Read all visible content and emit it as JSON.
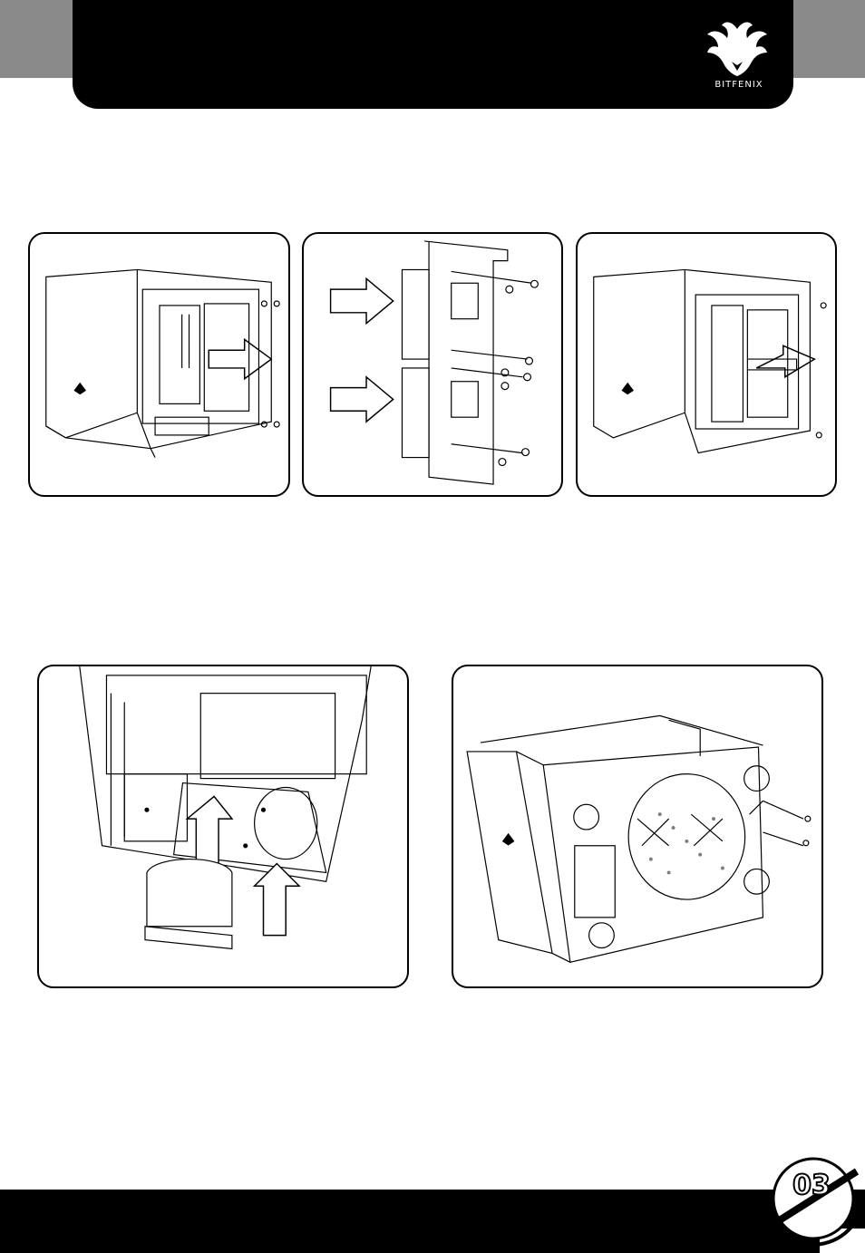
{
  "brand": {
    "logo_text": "BITFENIX",
    "logo_icon": "bitfenix-phoenix-logo-icon"
  },
  "page": {
    "number": "03"
  },
  "colors": {
    "header": "#000000",
    "side_tabs": "#8a8a8a",
    "footer": "#000000"
  },
  "figures": [
    {
      "id": "fig-1",
      "icon": "case-side-panel-removal-illustration"
    },
    {
      "id": "fig-2",
      "icon": "hdd-cage-bracket-screws-illustration"
    },
    {
      "id": "fig-3",
      "icon": "hdd-cage-install-illustration"
    },
    {
      "id": "fig-4",
      "icon": "hdd-bottom-mount-illustration"
    },
    {
      "id": "fig-5",
      "icon": "case-bottom-fan-screws-illustration"
    }
  ]
}
